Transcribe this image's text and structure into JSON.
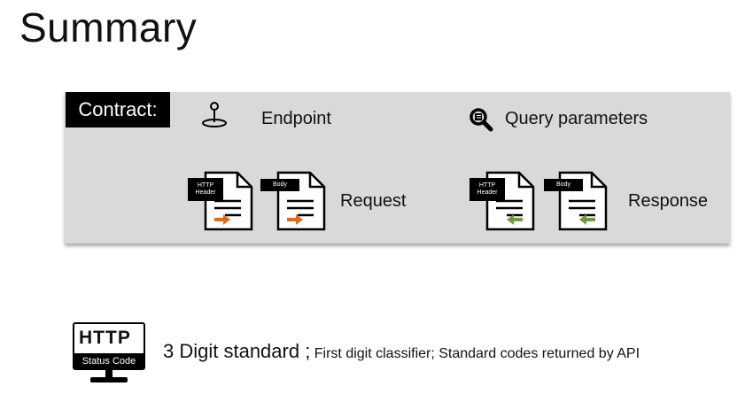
{
  "slide": {
    "title": "Summary"
  },
  "contract": {
    "label": "Contract:",
    "endpoint": {
      "label": "Endpoint",
      "icon": "map-pin-icon"
    },
    "query": {
      "label": "Query parameters",
      "icon": "magnifier-icon"
    },
    "request": {
      "label": "Request",
      "header_tag": "HTTP\nHeader",
      "body_tag": "Body",
      "arrow_color": "#e06c17"
    },
    "response": {
      "label": "Response",
      "header_tag": "HTTP\nHeader",
      "body_tag": "Body",
      "arrow_color": "#6e9a3a"
    }
  },
  "status": {
    "icon_top": "HTTP",
    "icon_band": "Status Code",
    "main": "3 Digit standard ;",
    "sub": "First digit classifier; Standard codes returned by API"
  }
}
